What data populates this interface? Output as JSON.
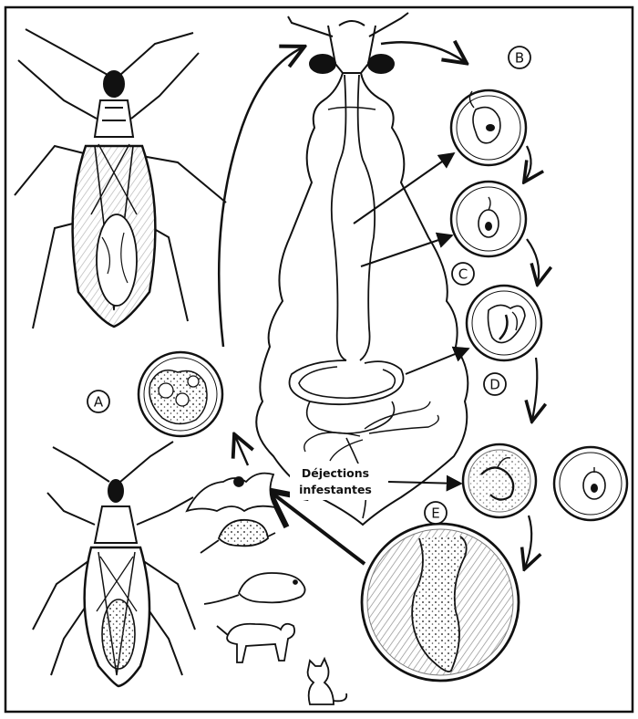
{
  "labels": {
    "a": "A",
    "b": "B",
    "c": "C",
    "d": "D",
    "e": "E"
  },
  "caption": {
    "line1": "Déjections",
    "line2": "infestantes"
  }
}
